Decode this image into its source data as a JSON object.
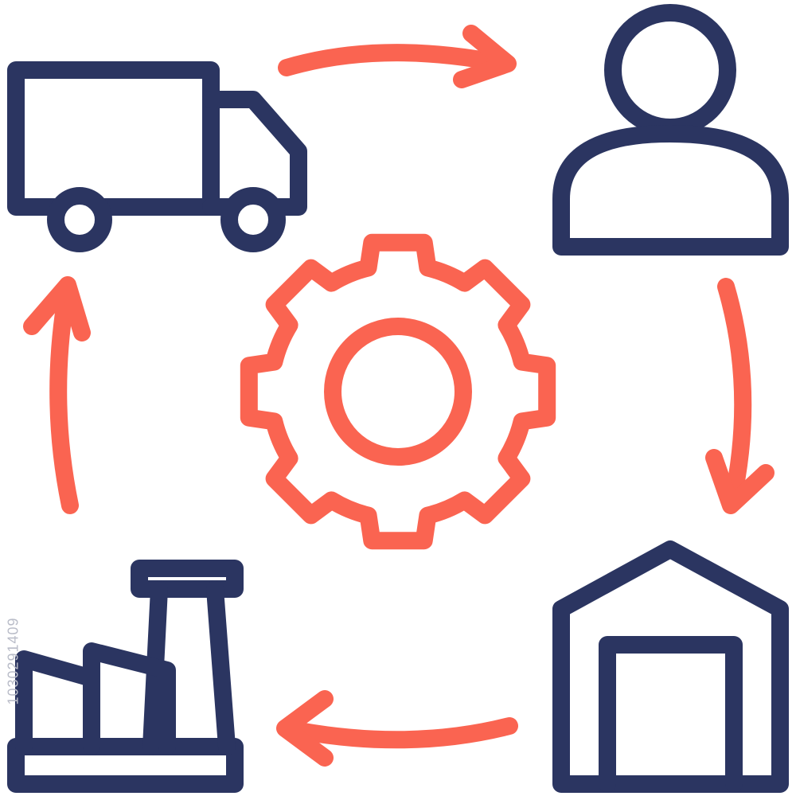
{
  "diagram": {
    "type": "supply-chain-cycle",
    "nodes": [
      {
        "id": "truck",
        "icon": "truck-icon"
      },
      {
        "id": "customer",
        "icon": "person-icon"
      },
      {
        "id": "warehouse",
        "icon": "warehouse-icon"
      },
      {
        "id": "factory",
        "icon": "factory-icon"
      },
      {
        "id": "center",
        "icon": "gear-icon"
      }
    ],
    "flow": [
      "truck",
      "customer",
      "warehouse",
      "factory",
      "truck"
    ]
  },
  "colors": {
    "primary": "#2b3561",
    "accent": "#fa6451",
    "background": "#ffffff"
  },
  "watermark": {
    "stock_id": "1030291409"
  }
}
